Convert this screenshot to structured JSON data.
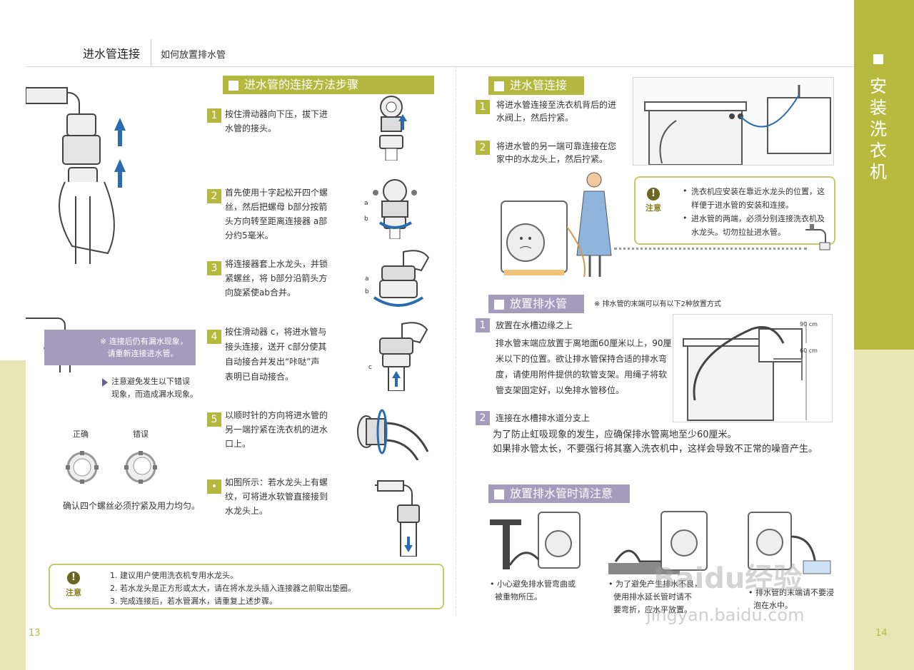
{
  "header": {
    "section_title": "进水管连接",
    "sub_title": "如何放置排水管"
  },
  "side": {
    "vertical_title": [
      "安",
      "装",
      "洗",
      "衣",
      "机"
    ]
  },
  "pages": {
    "left": "13",
    "right": "14"
  },
  "left_panel": {
    "leak_note": "※ 连接后仍有漏水现象，\n   请重新连接进水管。",
    "avoid_note": "注意避免发生以下错误\n现象，而造成漏水现象。",
    "correct_label": "正确",
    "wrong_label": "错误",
    "screw_note": "确认四个螺丝必须拧紧及用力均匀。"
  },
  "steps_section": {
    "title": "进水管的连接方法步骤",
    "steps": [
      {
        "num": "1",
        "text": "按住滑动器向下压，拔下进\n水管的接头。"
      },
      {
        "num": "2",
        "text": "首先使用十字起松开四个螺\n丝，然后把螺母 b部分按箭\n头方向转至距离连接器 a部\n分约5毫米。"
      },
      {
        "num": "3",
        "text": "将连接器套上水龙头，并锁\n紧螺丝，将 b部分沿箭头方\n向旋紧使ab合并。"
      },
      {
        "num": "4",
        "text": "按住滑动器 c，将进水管与\n接头连接，送开 c部分使其\n自动接合并发出“咔哒”声\n表明已自动接合。"
      },
      {
        "num": "5",
        "text": "以顺时针的方向将进水管的\n另一端拧紧在洗衣机的进水\n口上。"
      },
      {
        "num": "•",
        "text": "如图所示：若水龙头上有螺\n纹，可将进水软管直接接到\n水龙头上。"
      }
    ],
    "labels": {
      "a": "a",
      "b": "b",
      "c": "c"
    }
  },
  "bottom_note": {
    "label": "注意",
    "items": [
      "1. 建议用户使用洗衣机专用水龙头。",
      "2. 若水龙头是正方形或太大，请在将水龙头插入连接器之前取出垫圈。",
      "3. 完成连接后，若水管漏水，请重复上述步骤。"
    ]
  },
  "inlet_section": {
    "title": "进水管连接",
    "steps": [
      {
        "num": "1",
        "text": "将进水管连接至洗衣机背后的进\n水阀上，然后拧紧。"
      },
      {
        "num": "2",
        "text": "将进水管的另一端可靠连接在您\n家中的水龙头上，然后拧紧。"
      }
    ],
    "note_label": "注意",
    "notes": [
      "洗衣机应安装在靠近水龙头的位置，这\n样便于进水管的安装和连接。",
      "进水管的两端，必须分别连接洗衣机及\n水龙头。切勿拉扯进水管。"
    ]
  },
  "drain_section": {
    "title": "放置排水管",
    "hint": "※ 排水管的末端可以有以下2种放置方式",
    "step1_num": "1",
    "step1_title": "放置在水槽边缘之上",
    "step1_text": "排水管末端应放置于离地面60厘米以上，90厘\n米以下的位置。欲让排水管保持合适的排水弯\n度，请使用附件提供的软管支架。用绳子将软\n管支架固定好，以免排水管移位。",
    "measure_top": "90 cm",
    "measure_mid": "60 cm",
    "step2_num": "2",
    "step2_title": "连接在水槽排水道分支上",
    "step2_text": "为了防止虹吸现象的发生，应确保排水管离地至少60厘米。\n如果排水管太长，不要强行将其塞入洗衣机中，这样会导致不正常的噪音产生。"
  },
  "caution_section": {
    "title": "放置排水管时请注意",
    "items": [
      "• 小心避免排水管弯曲或\n  被重物所压。",
      "• 为了避免产生排水不良，\n  使用排水延长管时请不\n  要弯折，应水平放置。",
      "• 排水管的末端请不要浸\n  泡在水中。"
    ]
  },
  "watermark": {
    "brand": "Baidu经验",
    "url": "jingyan.baidu.com"
  },
  "colors": {
    "olive": "#b5b83e",
    "purple": "#a49bbd",
    "band": "#e8e6b4"
  }
}
